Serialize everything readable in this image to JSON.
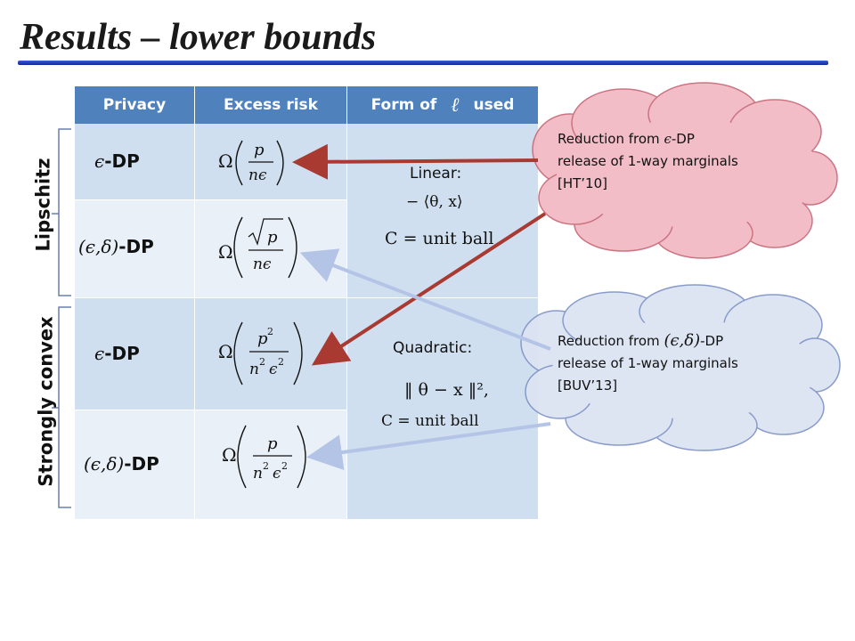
{
  "slide": {
    "title": "Results – lower bounds"
  },
  "table": {
    "headers": [
      "Privacy",
      "Excess risk",
      "Form of ℓ used"
    ],
    "header_prefix": "Form of",
    "header_symbol": "ℓ",
    "header_suffix": "used",
    "rows": [
      {
        "privacy_symbol": "ϵ",
        "privacy_suffix": "-DP",
        "risk": "Ω(p / nϵ)"
      },
      {
        "privacy_symbol": "(ϵ,δ)",
        "privacy_suffix": "-DP",
        "risk": "Ω(√p / nϵ)"
      },
      {
        "privacy_symbol": "ϵ",
        "privacy_suffix": "-DP",
        "risk": "Ω(p² / n²ϵ²)"
      },
      {
        "privacy_symbol": "(ϵ,δ)",
        "privacy_suffix": "-DP",
        "risk": "Ω(p / n²ϵ²)"
      }
    ],
    "linear": {
      "label": "Linear:",
      "loss": "− ⟨θ, x⟩",
      "constraint": "C =  unit ball"
    },
    "quadratic": {
      "label": "Quadratic:",
      "loss": "‖ θ − x ‖²,",
      "constraint": "C =  unit ball"
    }
  },
  "side_labels": {
    "lipschitz": "Lipschitz",
    "strongly_convex": "Strongly convex"
  },
  "clouds": {
    "top": {
      "line1_prefix": "Reduction from",
      "line1_symbol": "ϵ",
      "line1_suffix": "-DP",
      "line2": "release of 1-way marginals",
      "line3": "[HT’10]"
    },
    "bottom": {
      "line1_prefix": "Reduction from",
      "line1_symbol": "(ϵ,δ)",
      "line1_suffix": "-DP",
      "line2": "release of 1-way marginals",
      "line3": "[BUV’13]"
    }
  },
  "colors": {
    "header": "#4f81bd",
    "cell_dark": "#d0dfef",
    "cell_light": "#e9f0f8",
    "cloud_red": "#f2b9c3",
    "cloud_blue": "#dce3f2",
    "arrow_red": "#a83a32",
    "arrow_blue": "#b4c4e6"
  }
}
